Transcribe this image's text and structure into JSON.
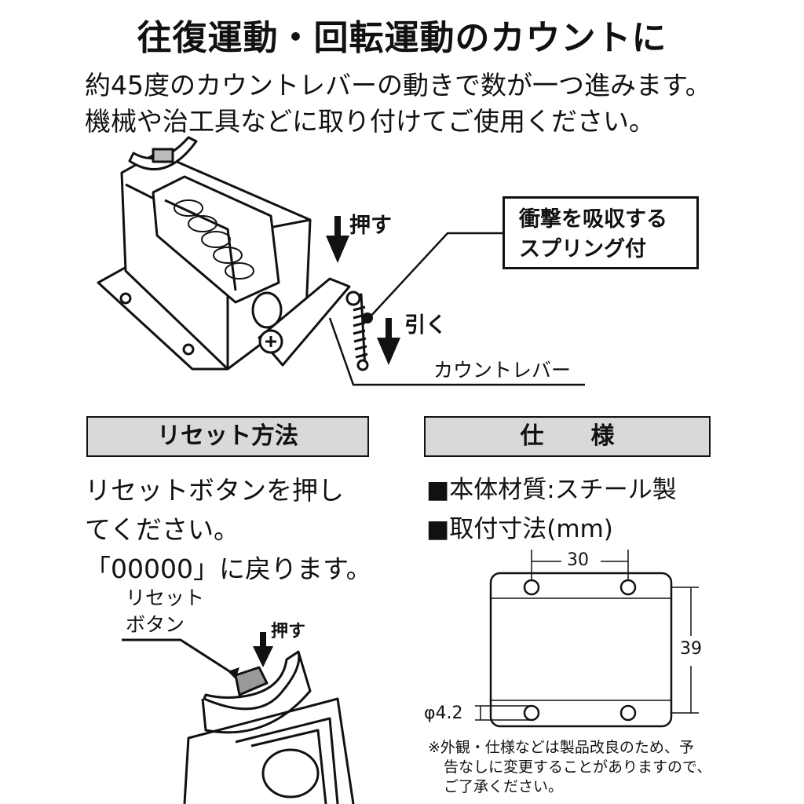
{
  "title": "往復運動・回転運動のカウントに",
  "lead": [
    "約45度のカウントレバーの動きで数が一つ進みます。",
    "機械や治工具などに取り付けてご使用ください。"
  ],
  "illustration": {
    "push_label": "押す",
    "pull_label": "引く",
    "lever_label": "カウントレバー",
    "callout": [
      "衝撃を吸収する",
      "スプリング付"
    ]
  },
  "reset": {
    "header": "リセット方法",
    "text": [
      "リセットボタンを押し",
      "てください。",
      "「00000」に戻ります。"
    ],
    "button_label": [
      "リセット",
      "ボタン"
    ],
    "push_label": "押す"
  },
  "spec": {
    "header": "仕　　様",
    "items": [
      "■本体材質:スチール製",
      "■取付寸法(mm)"
    ],
    "dimensions": {
      "width": "30",
      "height": "39",
      "hole": "φ4.2"
    },
    "note": [
      "※外観・仕様などは製品改良のため、予",
      "告なしに変更することがありますので、",
      "ご了承ください。"
    ]
  }
}
